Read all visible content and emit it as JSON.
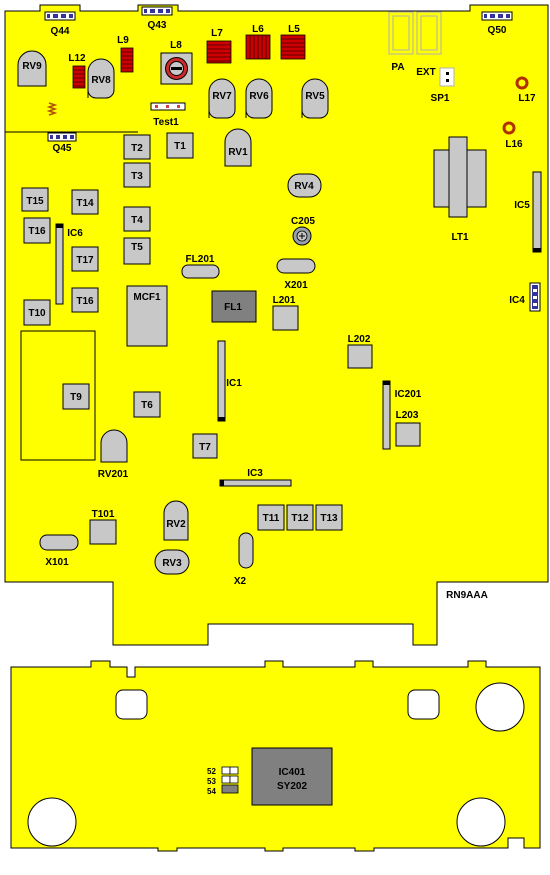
{
  "board": {
    "fill": "#ffff00",
    "outline": "#000000",
    "part_fill": "#c8c8c8",
    "module_fill": "#808080",
    "ring_color": "#b03000",
    "inductor_color": "#cc0000",
    "connector_color": "#333399"
  },
  "labels": {
    "q44": "Q44",
    "q43": "Q43",
    "q50": "Q50",
    "q45": "Q45",
    "rv9": "RV9",
    "rv8": "RV8",
    "l12": "L12",
    "l9": "L9",
    "l8": "L8",
    "l7": "L7",
    "l6": "L6",
    "l5": "L5",
    "rv7": "RV7",
    "rv6": "RV6",
    "rv5": "RV5",
    "pa": "PA",
    "ext": "EXT",
    "sp1": "SP1",
    "l17": "L17",
    "l16": "L16",
    "test1": "Test1",
    "t2": "T2",
    "t1": "T1",
    "rv1": "RV1",
    "t3": "T3",
    "rv4": "RV4",
    "t15": "T15",
    "t14": "T14",
    "t16a": "T16",
    "ic6": "IC6",
    "t4": "T4",
    "c205": "C205",
    "ic5": "IC5",
    "lt1": "LT1",
    "t5": "T5",
    "t17": "T17",
    "fl201": "FL201",
    "x201": "X201",
    "mcf1": "MCF1",
    "fl1": "FL1",
    "l201": "L201",
    "ic4": "IC4",
    "t16b": "T16",
    "t10": "T10",
    "l202": "L202",
    "ic1": "IC1",
    "ic201": "IC201",
    "t9": "T9",
    "t6": "T6",
    "l203": "L203",
    "t7": "T7",
    "rv201": "RV201",
    "ic3": "IC3",
    "t101": "T101",
    "rv2": "RV2",
    "t11": "T11",
    "t12": "T12",
    "t13": "T13",
    "x101": "X101",
    "rv3": "RV3",
    "x2": "X2",
    "rn9aaa": "RN9AAA",
    "ic401_line1": "IC401",
    "ic401_line2": "SY202",
    "pin52": "52",
    "pin53": "53",
    "pin54": "54"
  }
}
